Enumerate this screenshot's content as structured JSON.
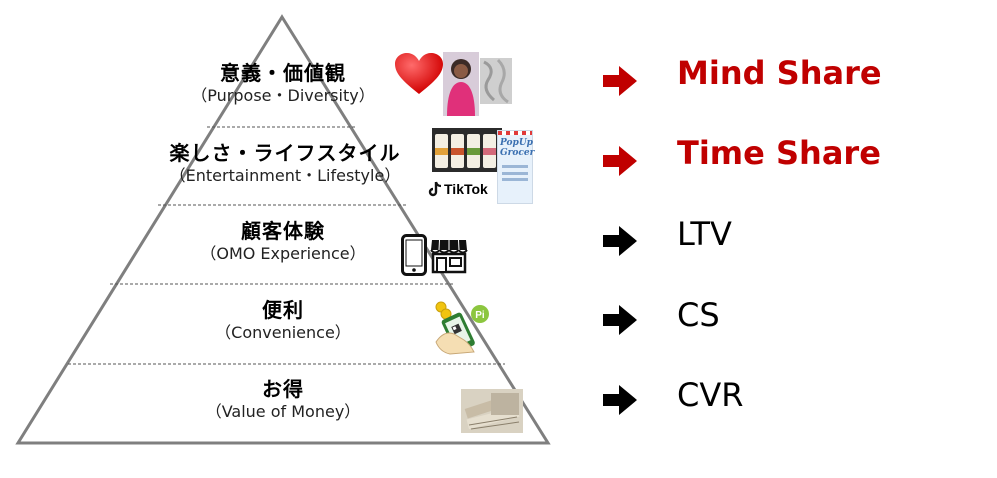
{
  "pyramid": {
    "levels": [
      {
        "label": "意義・価値観",
        "sub": "（Purpose・Diversity）"
      },
      {
        "label": "楽しさ・ライフスタイル",
        "sub": "（Entertainment・Lifestyle）"
      },
      {
        "label": "顧客体験",
        "sub": "（OMO Experience）"
      },
      {
        "label": "便利",
        "sub": "（Convenience）"
      },
      {
        "label": "お得",
        "sub": "（Value of Money）"
      }
    ]
  },
  "results": [
    {
      "label": "Mind Share",
      "highlight": true
    },
    {
      "label": "Time Share",
      "highlight": true
    },
    {
      "label": "LTV",
      "highlight": false
    },
    {
      "label": "CS",
      "highlight": false
    },
    {
      "label": "CVR",
      "highlight": false
    }
  ],
  "icons": {
    "tiktok_label": "TikTok",
    "popup_label": "PopUp Grocer",
    "pi_label": "Pi"
  },
  "colors": {
    "highlight": "#c00000",
    "arrow_red": "#c00000",
    "arrow_black": "#000000",
    "pyramid_line": "#7f7f7f"
  }
}
